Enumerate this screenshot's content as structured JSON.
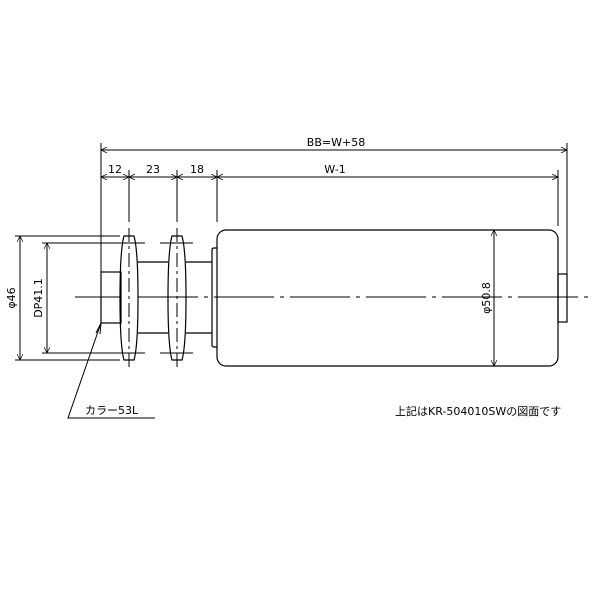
{
  "drawing": {
    "dimensions": {
      "overall": "BB=W+58",
      "collar_width": "12",
      "sprocket_pitch": "23",
      "gap_to_roller": "18",
      "roller_length": "W-1",
      "sprocket_outer_dia": "φ46",
      "pitch_dia": "DP41.1",
      "roller_dia": "φ50.8"
    },
    "callouts": {
      "collar": "カラー53L"
    },
    "note": "上記はKR-504010SWの図面です",
    "colors": {
      "line": "#000000",
      "background": "#ffffff"
    }
  }
}
